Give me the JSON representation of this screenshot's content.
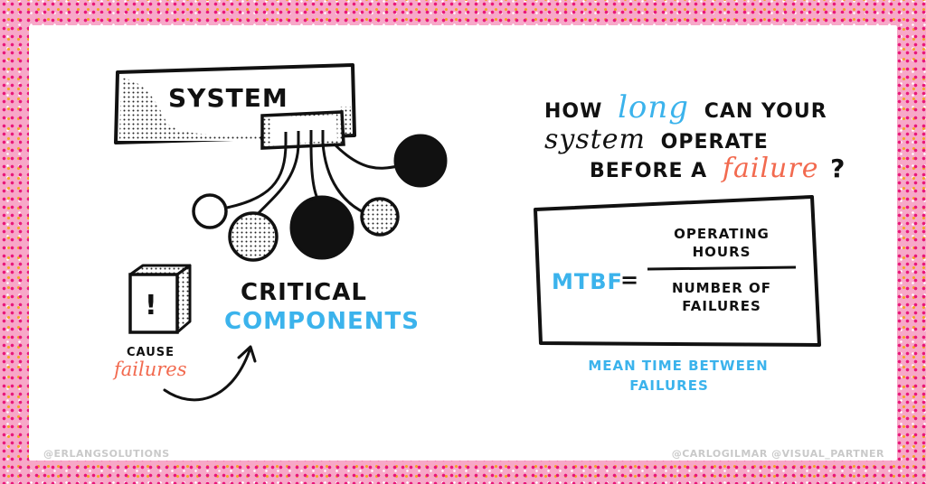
{
  "system_label": "SYSTEM",
  "critical_label": "CRITICAL",
  "components_label": "COMPONENTS",
  "switch_mark": "!",
  "cause_label": "CAUSE",
  "failures_label": "failures",
  "question": {
    "line1_a": "HOW",
    "line1_b": "long",
    "line1_c": "CAN YOUR",
    "line2_a": "system",
    "line2_b": "OPERATE",
    "line3_a": "BEFORE A",
    "line3_b": "failure",
    "line3_c": "?"
  },
  "formula": {
    "lhs": "MTBF",
    "equals": "=",
    "numerator_1": "OPERATING",
    "numerator_2": "HOURS",
    "denominator_1": "NUMBER OF",
    "denominator_2": "FAILURES"
  },
  "definition_1": "MEAN TIME BETWEEN",
  "definition_2": "FAILURES",
  "credit_left": "@ERLANGSOLUTIONS",
  "credit_right": "@CARLOGILMAR @VISUAL_PARTNER",
  "colors": {
    "ink": "#111111",
    "blue": "#3bb3ec",
    "coral": "#f26a4f",
    "pink": "#e8177a",
    "orange": "#f5a623"
  }
}
